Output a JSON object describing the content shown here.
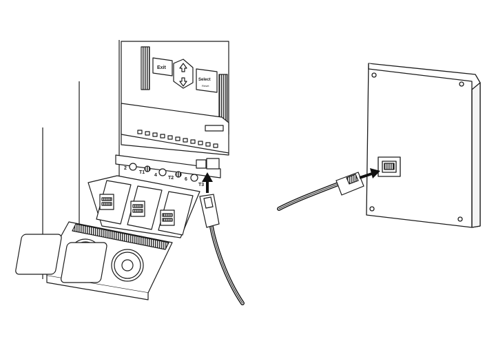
{
  "drive": {
    "keypad": {
      "exit_label": "Exit",
      "select_label": "Select",
      "select_sublabel": "Reset"
    },
    "terminals": {
      "t2": "2",
      "t1": "T1",
      "t4": "4",
      "t2b": "T2",
      "t6": "6",
      "t3": "T3"
    }
  },
  "colors": {
    "line": "#1a1a1a",
    "shade": "#d8d8d8",
    "fill": "#ffffff"
  }
}
